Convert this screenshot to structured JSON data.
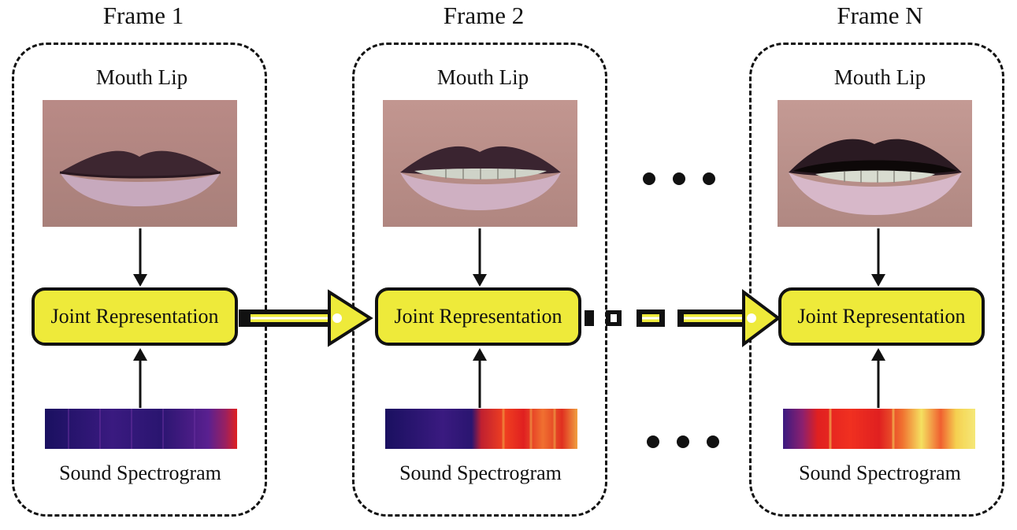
{
  "frames": [
    {
      "title": "Frame 1",
      "lip_label": "Mouth Lip",
      "joint_label": "Joint Representation",
      "spectrogram_label": "Sound Spectrogram"
    },
    {
      "title": "Frame 2",
      "lip_label": "Mouth Lip",
      "joint_label": "Joint Representation",
      "spectrogram_label": "Sound Spectrogram"
    },
    {
      "title": "Frame N",
      "lip_label": "Mouth Lip",
      "joint_label": "Joint Representation",
      "spectrogram_label": "Sound Spectrogram"
    }
  ],
  "colors": {
    "joint_fill": "#eeea3a",
    "outline": "#111111",
    "spectrogram_low": "#1a1060",
    "spectrogram_mid": "#e02020",
    "spectrogram_high": "#f5e060"
  }
}
